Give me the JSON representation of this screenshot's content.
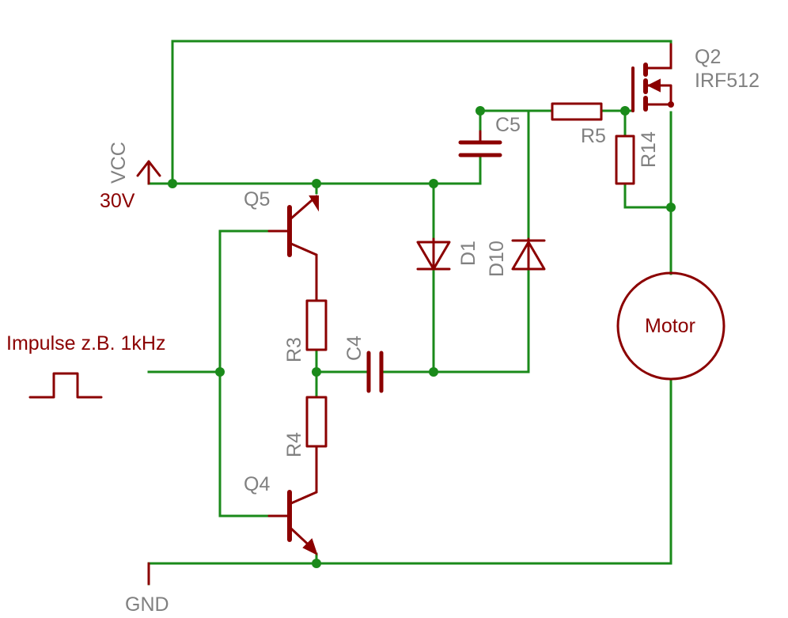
{
  "labels": {
    "vcc": "VCC",
    "vcc_value": "30V",
    "gnd": "GND",
    "input": "Impulse z.B. 1kHz",
    "q2": "Q2",
    "q2_part": "IRF512",
    "q4": "Q4",
    "q5": "Q5",
    "r3": "R3",
    "r4": "R4",
    "r5": "R5",
    "r14": "R14",
    "c4": "C4",
    "c5": "C5",
    "d1": "D1",
    "d10": "D10",
    "motor": "Motor"
  },
  "colors": {
    "wire": "#1a8a1a",
    "component": "#8b0000",
    "label": "#808080"
  }
}
